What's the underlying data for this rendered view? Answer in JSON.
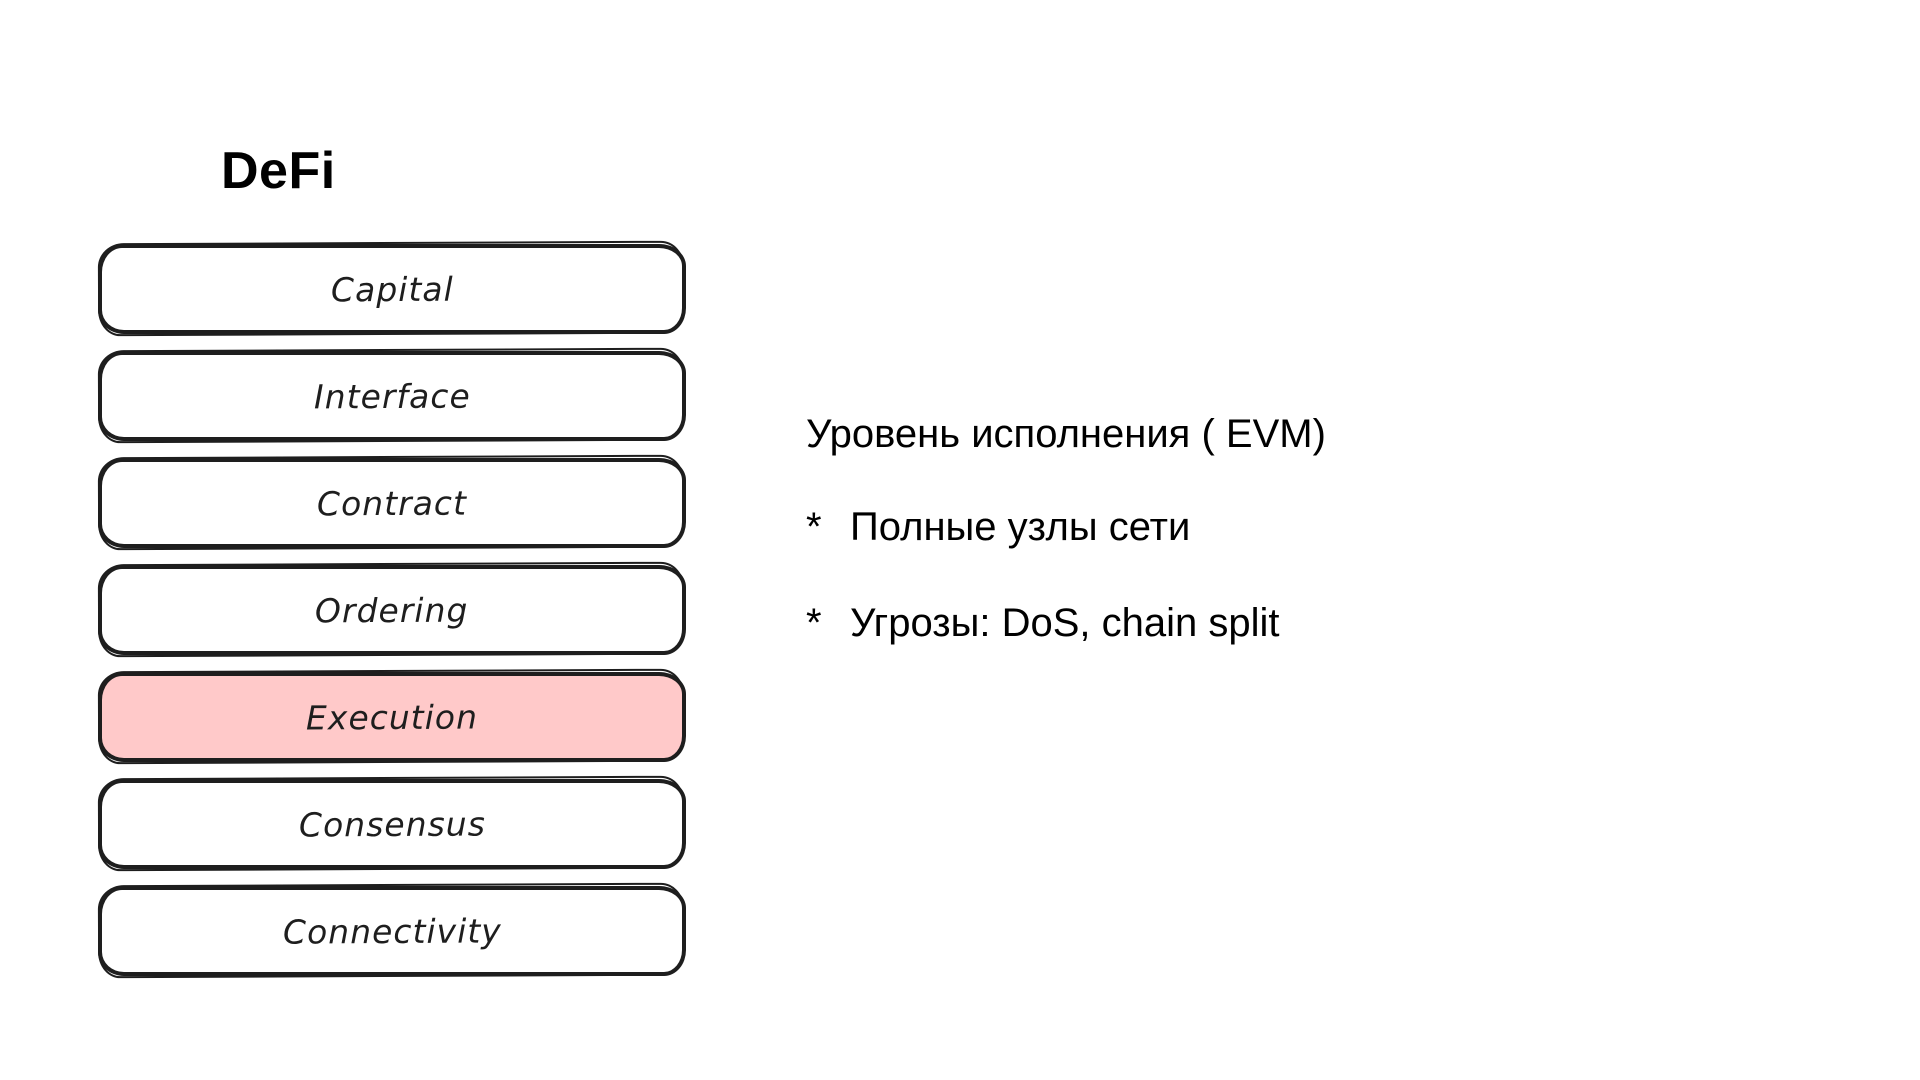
{
  "diagram": {
    "title": "DeFi",
    "layers": [
      {
        "label": "Capital",
        "fill": "#ffffff",
        "highlighted": false
      },
      {
        "label": "Interface",
        "fill": "#ffffff",
        "highlighted": false
      },
      {
        "label": "Contract",
        "fill": "#ffffff",
        "highlighted": false
      },
      {
        "label": "Ordering",
        "fill": "#ffffff",
        "highlighted": false
      },
      {
        "label": "Execution",
        "fill": "#ffc9c9",
        "highlighted": true
      },
      {
        "label": "Consensus",
        "fill": "#ffffff",
        "highlighted": false
      },
      {
        "label": "Connectivity",
        "fill": "#ffffff",
        "highlighted": false
      }
    ],
    "colors": {
      "stroke": "#1e1e1e",
      "highlight_fill": "#ffc9c9",
      "background": "#ffffff"
    }
  },
  "notes": {
    "heading": "Уровень исполнения ( EVM)",
    "bullets": [
      {
        "marker": "*",
        "text": "Полные узлы сети"
      },
      {
        "marker": "*",
        "text": "Угрозы: DoS, chain split"
      }
    ]
  }
}
